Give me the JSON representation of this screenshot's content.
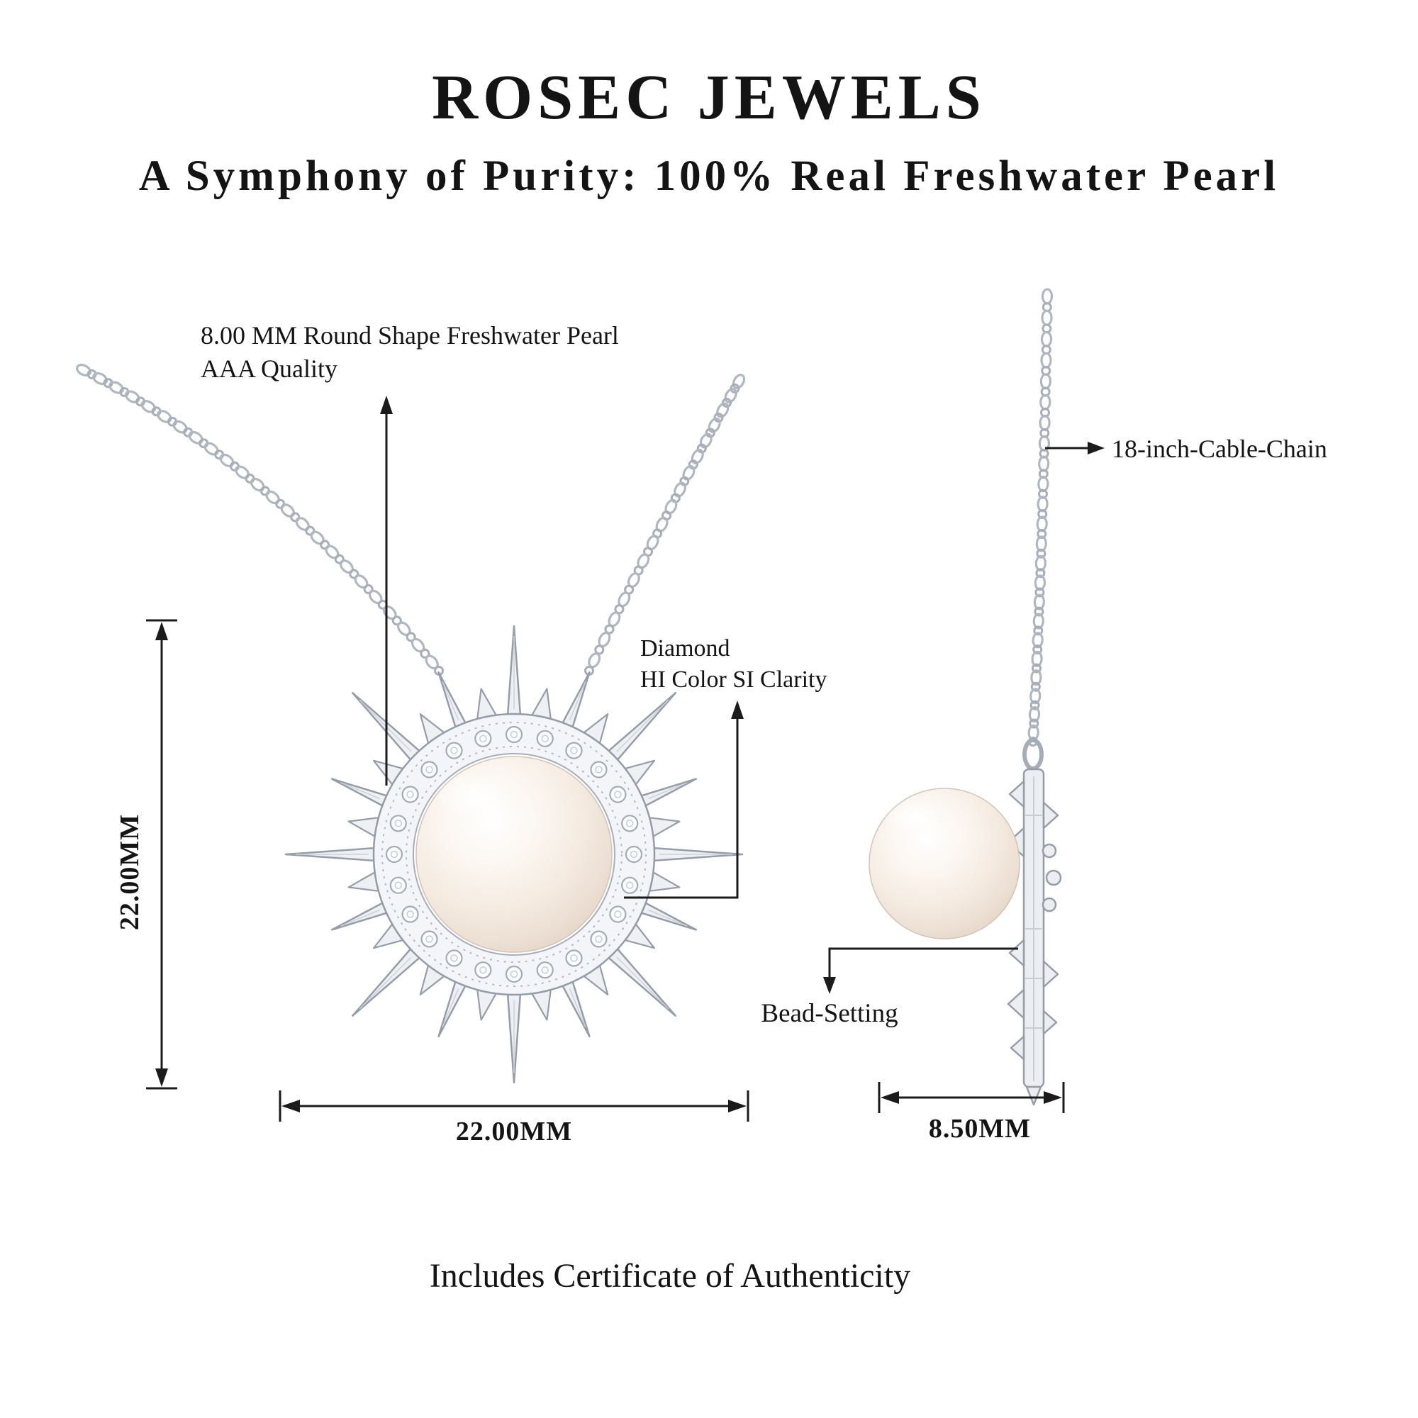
{
  "page": {
    "brand": "ROSEC JEWELS",
    "tagline": "A Symphony of Purity: 100% Real Freshwater Pearl",
    "footer_note": "Includes Certificate of Authenticity"
  },
  "front_view": {
    "description": "front view of sunburst freshwater pearl pendant necklace",
    "annotations": {
      "pearl_line1": "8.00 MM Round Shape Freshwater Pearl",
      "pearl_line2": "AAA Quality",
      "diamond_line1": "Diamond",
      "diamond_line2": "HI Color SI Clarity"
    },
    "dimensions": {
      "height": "22.00MM",
      "width": "22.00MM"
    }
  },
  "side_view": {
    "description": "side view of pendant showing pearl depth and setting",
    "annotations": {
      "chain": "18-inch-Cable-Chain",
      "setting": "Bead-Setting"
    },
    "dimensions": {
      "depth": "8.50MM"
    }
  },
  "colors": {
    "metal_stroke": "#959da8",
    "metal_fill": "#eef0f4",
    "chain": "#b1b7c0",
    "annotation_line": "#1b1b1b",
    "pearl_edge": "#d7c6b9",
    "background": "#ffffff"
  }
}
